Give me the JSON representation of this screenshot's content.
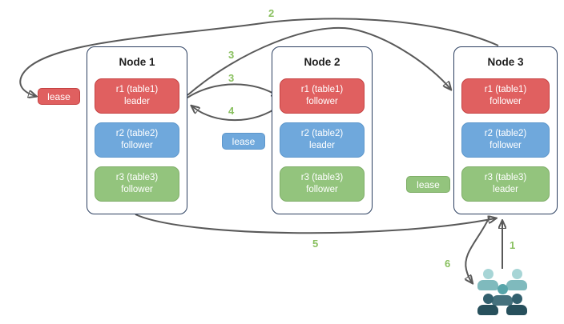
{
  "diagram": {
    "nodes": [
      {
        "title": "Node 1",
        "replicas": [
          {
            "label": "r1 (table1)",
            "role": "leader",
            "color": "#e06060"
          },
          {
            "label": "r2 (table2)",
            "role": "follower",
            "color": "#6fa8dc"
          },
          {
            "label": "r3 (table3)",
            "role": "follower",
            "color": "#93c47d"
          }
        ]
      },
      {
        "title": "Node 2",
        "replicas": [
          {
            "label": "r1 (table1)",
            "role": "follower",
            "color": "#e06060"
          },
          {
            "label": "r2 (table2)",
            "role": "leader",
            "color": "#6fa8dc"
          },
          {
            "label": "r3 (table3)",
            "role": "follower",
            "color": "#93c47d"
          }
        ]
      },
      {
        "title": "Node 3",
        "replicas": [
          {
            "label": "r1 (table1)",
            "role": "follower",
            "color": "#e06060"
          },
          {
            "label": "r2 (table2)",
            "role": "follower",
            "color": "#6fa8dc"
          },
          {
            "label": "r3 (table3)",
            "role": "leader",
            "color": "#93c47d"
          }
        ]
      }
    ],
    "leases": [
      {
        "label": "lease",
        "color": "#e06060"
      },
      {
        "label": "lease",
        "color": "#6fa8dc"
      },
      {
        "label": "lease",
        "color": "#93c47d"
      }
    ],
    "steps": {
      "1": "1",
      "2": "2",
      "3a": "3",
      "3b": "3",
      "4": "4",
      "5": "5",
      "6": "6"
    },
    "icons": {
      "users": "users-icon"
    },
    "colors": {
      "arrow": "#595959",
      "step_text": "#89c05f",
      "node_border": "#2b3f60",
      "red": "#e06060",
      "blue": "#6fa8dc",
      "green": "#93c47d"
    }
  }
}
